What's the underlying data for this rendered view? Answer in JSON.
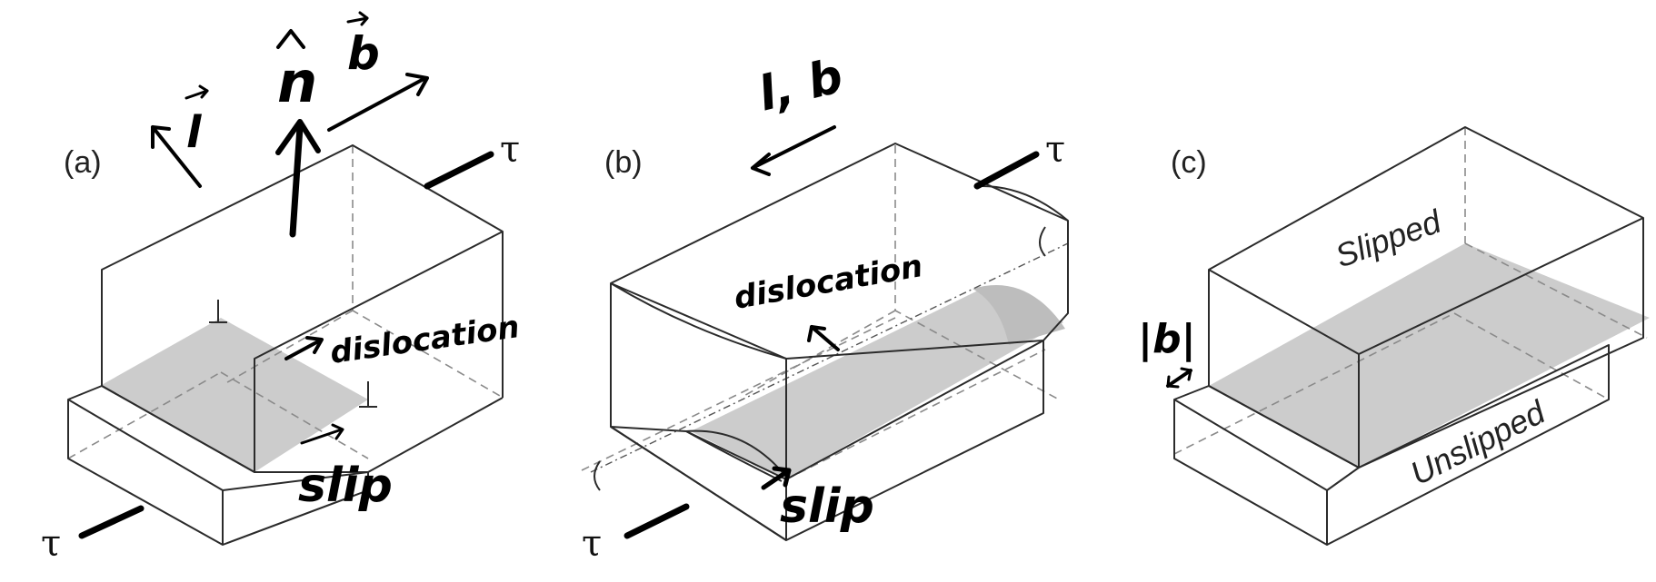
{
  "panels": {
    "a": {
      "label": "(a)",
      "tau_top": "τ",
      "tau_bottom": "τ",
      "vector_l": "l",
      "vector_n": "n",
      "vector_b": "b",
      "dislocation": "dislocation",
      "slip": "slip"
    },
    "b": {
      "label": "(b)",
      "tau_top": "τ",
      "tau_bottom": "τ",
      "vector_lb": "l, b",
      "dislocation": "dislocation",
      "slip": "slip"
    },
    "c": {
      "label": "(c)",
      "slipped": "Slipped",
      "unslipped": "Unslipped",
      "burgers": "|b|"
    }
  }
}
